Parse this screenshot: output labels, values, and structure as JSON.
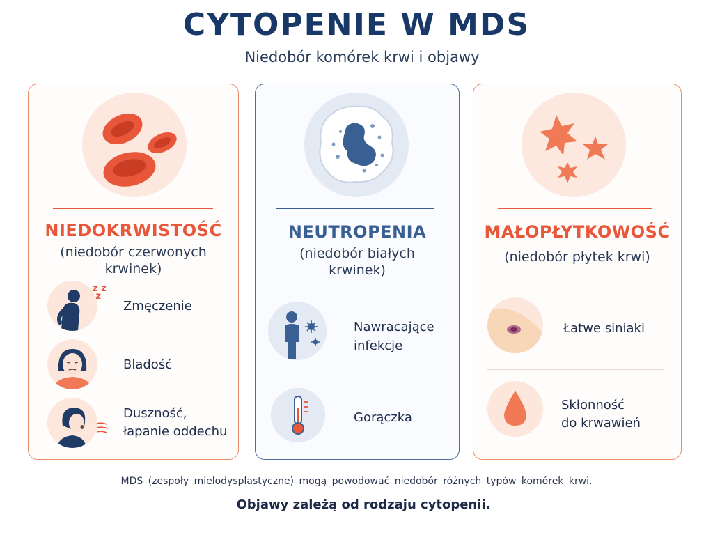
{
  "header": {
    "title": "CYTOPENIE W MDS",
    "subtitle": "Niedobór komórek krwi i objawy"
  },
  "colors": {
    "navy": "#183867",
    "accent_red": "#e8573a",
    "accent_blue": "#3a5f93",
    "peach": "#fde6dc"
  },
  "cards": [
    {
      "title": "NIEDOKRWISTOŚĆ",
      "subtitle_line1": "(niedobór czerwonych",
      "subtitle_line2": "krwinek)",
      "icon": "red-blood-cells-icon",
      "symptoms": [
        {
          "label": "Zmęczenie",
          "icon": "tired-person-icon"
        },
        {
          "label": "Bladość",
          "icon": "pale-face-icon"
        },
        {
          "label_line1": "Duszność,",
          "label_line2": "łapanie oddechu",
          "icon": "breathless-person-icon"
        }
      ]
    },
    {
      "title": "NEUTROPENIA",
      "subtitle_line1": "(niedobór białych",
      "subtitle_line2": "krwinek)",
      "icon": "white-blood-cell-icon",
      "symptoms": [
        {
          "label_line1": "Nawracające",
          "label_line2": "infekcje",
          "icon": "infection-person-icon"
        },
        {
          "label": "Gorączka",
          "icon": "thermometer-icon"
        }
      ]
    },
    {
      "title": "MAŁOPŁYTKOWOŚĆ",
      "subtitle": "(niedobór płytek krwi)",
      "icon": "platelets-icon",
      "symptoms": [
        {
          "label": "Łatwe siniaki",
          "icon": "bruise-icon"
        },
        {
          "label_line1": "Skłonność",
          "label_line2": "do krwawień",
          "icon": "blood-drop-icon"
        }
      ]
    }
  ],
  "footer": {
    "note": "MDS (zespoły mielodysplastyczne) mogą powodować niedobór różnych typów komórek krwi.",
    "emphasis": "Objawy zależą od rodzaju cytopenii."
  }
}
